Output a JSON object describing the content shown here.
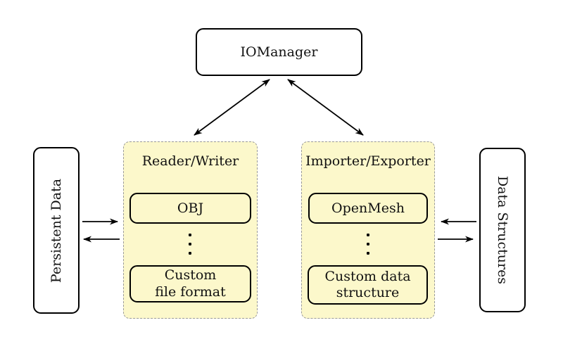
{
  "diagram": {
    "background_color": "#ffffff",
    "group_fill_color": "#fcf8cb",
    "group_border_color": "#9a9a9a",
    "line_color": "#000000",
    "nodes": {
      "iomanager": {
        "label": "IOManager"
      },
      "persistent_data": {
        "label": "Persistent Data"
      },
      "data_structures": {
        "label": "Data Structures"
      },
      "reader_writer": {
        "title": "Reader/Writer",
        "items": [
          {
            "label": "OBJ"
          },
          {
            "label": "⋮"
          },
          {
            "label_line1": "Custom",
            "label_line2": "file format"
          }
        ]
      },
      "importer_exporter": {
        "title": "Importer/Exporter",
        "items": [
          {
            "label": "OpenMesh"
          },
          {
            "label": "⋮"
          },
          {
            "label_line1": "Custom data",
            "label_line2": "structure"
          }
        ]
      }
    },
    "connections": [
      {
        "from": "IOManager",
        "to": "Reader/Writer",
        "style": "double-arrow"
      },
      {
        "from": "IOManager",
        "to": "Importer/Exporter",
        "style": "double-arrow"
      },
      {
        "from": "Persistent Data",
        "to": "Reader/Writer",
        "style": "arrow"
      },
      {
        "from": "Reader/Writer",
        "to": "Persistent Data",
        "style": "arrow"
      },
      {
        "from": "Data Structures",
        "to": "Importer/Exporter",
        "style": "arrow"
      },
      {
        "from": "Importer/Exporter",
        "to": "Data Structures",
        "style": "arrow"
      }
    ]
  }
}
